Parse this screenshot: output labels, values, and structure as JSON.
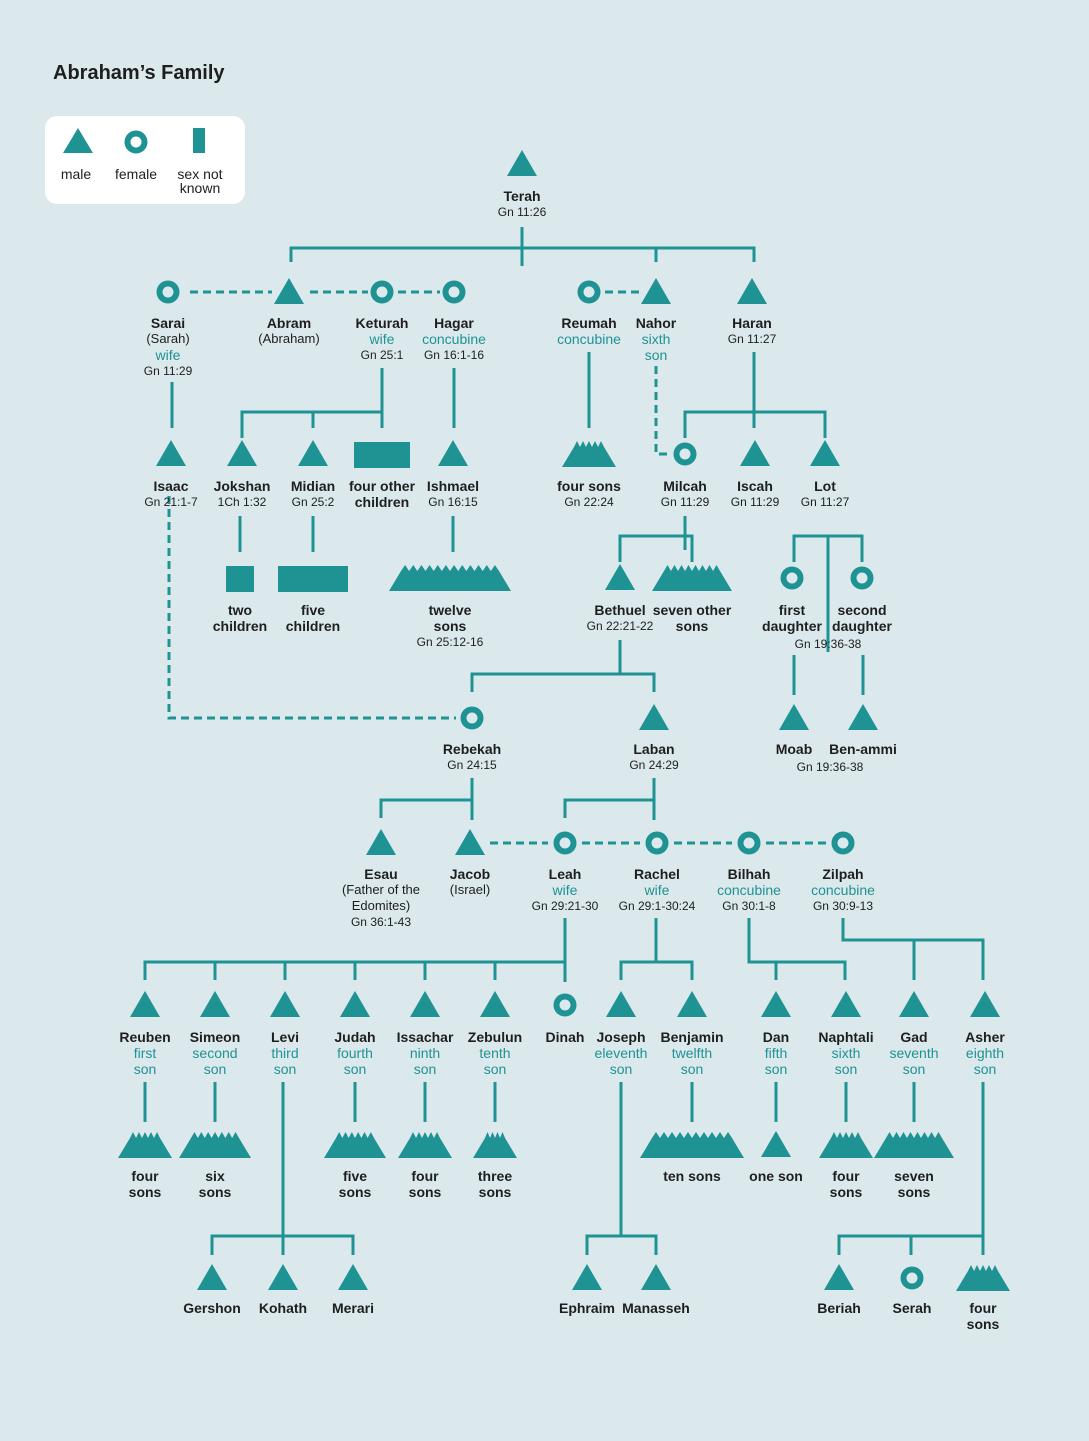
{
  "title": "Abraham’s Family",
  "colors": {
    "accent": "#1f9294",
    "background": "#dbe9ec",
    "text": "#1e1e1e"
  },
  "legend": [
    {
      "symbol": "male",
      "text": "male"
    },
    {
      "symbol": "female",
      "text": "female"
    },
    {
      "symbol": "unknown",
      "text": "sex not known"
    }
  ],
  "people": [
    {
      "id": "terah",
      "sex": "male",
      "name": "Terah",
      "ref": "Gn 11:26"
    },
    {
      "id": "sarai",
      "sex": "female",
      "name": "Sarai",
      "alt": "(Sarah)",
      "role": "wife",
      "ref": "Gn 11:29"
    },
    {
      "id": "abram",
      "sex": "male",
      "name": "Abram",
      "alt": "(Abraham)"
    },
    {
      "id": "keturah",
      "sex": "female",
      "name": "Keturah",
      "role": "wife",
      "ref": "Gn 25:1"
    },
    {
      "id": "hagar",
      "sex": "female",
      "name": "Hagar",
      "role": "concubine",
      "ref": "Gn 16:1-16"
    },
    {
      "id": "reumah",
      "sex": "female",
      "name": "Reumah",
      "role": "concubine"
    },
    {
      "id": "nahor",
      "sex": "male",
      "name": "Nahor",
      "role": "sixth son"
    },
    {
      "id": "haran",
      "sex": "male",
      "name": "Haran",
      "ref": "Gn 11:27"
    },
    {
      "id": "isaac",
      "sex": "male",
      "name": "Isaac",
      "ref": "Gn 21:1-7"
    },
    {
      "id": "jokshan",
      "sex": "male",
      "name": "Jokshan",
      "ref": "1Ch 1:32"
    },
    {
      "id": "midian",
      "sex": "male",
      "name": "Midian",
      "ref": "Gn 25:2"
    },
    {
      "id": "four-other-children",
      "sex": "unknown-group",
      "name": "four other children"
    },
    {
      "id": "ishmael",
      "sex": "male",
      "name": "Ishmael",
      "ref": "Gn 16:15"
    },
    {
      "id": "four-sons-reumah",
      "sex": "male-group",
      "name": "four sons",
      "ref": "Gn 22:24"
    },
    {
      "id": "milcah",
      "sex": "female",
      "name": "Milcah",
      "ref": "Gn 11:29"
    },
    {
      "id": "iscah",
      "sex": "male",
      "name": "Iscah",
      "ref": "Gn 11:29"
    },
    {
      "id": "lot",
      "sex": "male",
      "name": "Lot",
      "ref": "Gn 11:27"
    },
    {
      "id": "two-children",
      "sex": "unknown",
      "name": "two children"
    },
    {
      "id": "five-children",
      "sex": "unknown-group",
      "name": "five children"
    },
    {
      "id": "twelve-sons",
      "sex": "male-group",
      "name": "twelve sons",
      "ref": "Gn 25:12-16"
    },
    {
      "id": "bethuel",
      "sex": "male",
      "name": "Bethuel",
      "ref": "Gn 22:21-22"
    },
    {
      "id": "seven-other-sons",
      "sex": "male-group",
      "name": "seven other sons"
    },
    {
      "id": "first-daughter",
      "sex": "female",
      "name": "first daughter"
    },
    {
      "id": "second-daughter",
      "sex": "female",
      "name": "second daughter"
    },
    {
      "id": "lot-daughters-ref",
      "ref": "Gn 19:36-38"
    },
    {
      "id": "rebekah",
      "sex": "female",
      "name": "Rebekah",
      "ref": "Gn 24:15"
    },
    {
      "id": "laban",
      "sex": "male",
      "name": "Laban",
      "ref": "Gn 24:29"
    },
    {
      "id": "moab",
      "sex": "male",
      "name": "Moab"
    },
    {
      "id": "ben-ammi",
      "sex": "male",
      "name": "Ben-ammi"
    },
    {
      "id": "moab-ref",
      "ref": "Gn 19:36-38"
    },
    {
      "id": "esau",
      "sex": "male",
      "name": "Esau",
      "alt": "(Father of the Edomites)",
      "ref": "Gn 36:1-43"
    },
    {
      "id": "jacob",
      "sex": "male",
      "name": "Jacob",
      "alt": "(Israel)"
    },
    {
      "id": "leah",
      "sex": "female",
      "name": "Leah",
      "role": "wife",
      "ref": "Gn 29:21-30"
    },
    {
      "id": "rachel",
      "sex": "female",
      "name": "Rachel",
      "role": "wife",
      "ref": "Gn 29:1-30:24"
    },
    {
      "id": "bilhah",
      "sex": "female",
      "name": "Bilhah",
      "role": "concubine",
      "ref": "Gn 30:1-8"
    },
    {
      "id": "zilpah",
      "sex": "female",
      "name": "Zilpah",
      "role": "concubine",
      "ref": "Gn 30:9-13"
    },
    {
      "id": "reuben",
      "sex": "male",
      "name": "Reuben",
      "role": "first son"
    },
    {
      "id": "simeon",
      "sex": "male",
      "name": "Simeon",
      "role": "second son"
    },
    {
      "id": "levi",
      "sex": "male",
      "name": "Levi",
      "role": "third son"
    },
    {
      "id": "judah",
      "sex": "male",
      "name": "Judah",
      "role": "fourth son"
    },
    {
      "id": "issachar",
      "sex": "male",
      "name": "Issachar",
      "role": "ninth son"
    },
    {
      "id": "zebulun",
      "sex": "male",
      "name": "Zebulun",
      "role": "tenth son"
    },
    {
      "id": "dinah",
      "sex": "female",
      "name": "Dinah"
    },
    {
      "id": "joseph",
      "sex": "male",
      "name": "Joseph",
      "role": "eleventh son"
    },
    {
      "id": "benjamin",
      "sex": "male",
      "name": "Benjamin",
      "role": "twelfth son"
    },
    {
      "id": "dan",
      "sex": "male",
      "name": "Dan",
      "role": "fifth son"
    },
    {
      "id": "naphtali",
      "sex": "male",
      "name": "Naphtali",
      "role": "sixth son"
    },
    {
      "id": "gad",
      "sex": "male",
      "name": "Gad",
      "role": "seventh son"
    },
    {
      "id": "asher",
      "sex": "male",
      "name": "Asher",
      "role": "eighth son"
    },
    {
      "id": "reuben-sons",
      "sex": "male-group",
      "name": "four sons"
    },
    {
      "id": "simeon-sons",
      "sex": "male-group",
      "name": "six sons"
    },
    {
      "id": "judah-sons",
      "sex": "male-group",
      "name": "five sons"
    },
    {
      "id": "issachar-sons",
      "sex": "male-group",
      "name": "four sons"
    },
    {
      "id": "zebulun-sons",
      "sex": "male-group",
      "name": "three sons"
    },
    {
      "id": "benjamin-sons",
      "sex": "male-group",
      "name": "ten sons"
    },
    {
      "id": "dan-son",
      "sex": "male",
      "name": "one son"
    },
    {
      "id": "naphtali-sons",
      "sex": "male-group",
      "name": "four sons"
    },
    {
      "id": "gad-sons",
      "sex": "male-group",
      "name": "seven sons"
    },
    {
      "id": "gershon",
      "sex": "male",
      "name": "Gershon"
    },
    {
      "id": "kohath",
      "sex": "male",
      "name": "Kohath"
    },
    {
      "id": "merari",
      "sex": "male",
      "name": "Merari"
    },
    {
      "id": "ephraim",
      "sex": "male",
      "name": "Ephraim"
    },
    {
      "id": "manasseh",
      "sex": "male",
      "name": "Manasseh"
    },
    {
      "id": "beriah",
      "sex": "male",
      "name": "Beriah"
    },
    {
      "id": "serah",
      "sex": "female",
      "name": "Serah"
    },
    {
      "id": "asher-sons",
      "sex": "male-group",
      "name": "four sons"
    }
  ],
  "relations": {
    "marriages": [
      [
        "sarai",
        "abram"
      ],
      [
        "abram",
        "keturah"
      ],
      [
        "keturah",
        "hagar"
      ],
      [
        "reumah",
        "nahor"
      ],
      [
        "isaac",
        "rebekah"
      ],
      [
        "nahor",
        "milcah"
      ],
      [
        "jacob",
        "leah"
      ],
      [
        "leah",
        "rachel"
      ],
      [
        "rachel",
        "bilhah"
      ],
      [
        "bilhah",
        "zilpah"
      ]
    ],
    "descent": [
      {
        "parents": [
          "terah"
        ],
        "children": [
          "abram",
          "nahor",
          "haran"
        ]
      },
      {
        "parents": [
          "sarai"
        ],
        "children": [
          "isaac"
        ]
      },
      {
        "parents": [
          "keturah"
        ],
        "children": [
          "jokshan",
          "midian",
          "four-other-children"
        ]
      },
      {
        "parents": [
          "hagar"
        ],
        "children": [
          "ishmael"
        ]
      },
      {
        "parents": [
          "reumah"
        ],
        "children": [
          "four-sons-reumah"
        ]
      },
      {
        "parents": [
          "haran"
        ],
        "children": [
          "milcah",
          "iscah",
          "lot"
        ]
      },
      {
        "parents": [
          "jokshan"
        ],
        "children": [
          "two-children"
        ]
      },
      {
        "parents": [
          "midian"
        ],
        "children": [
          "five-children"
        ]
      },
      {
        "parents": [
          "ishmael"
        ],
        "children": [
          "twelve-sons"
        ]
      },
      {
        "parents": [
          "milcah"
        ],
        "children": [
          "bethuel",
          "seven-other-sons"
        ]
      },
      {
        "parents": [
          "lot"
        ],
        "children": [
          "first-daughter",
          "second-daughter"
        ]
      },
      {
        "parents": [
          "bethuel"
        ],
        "children": [
          "rebekah",
          "laban"
        ]
      },
      {
        "parents": [
          "first-daughter"
        ],
        "children": [
          "moab"
        ]
      },
      {
        "parents": [
          "second-daughter"
        ],
        "children": [
          "ben-ammi"
        ]
      },
      {
        "parents": [
          "rebekah"
        ],
        "children": [
          "esau",
          "jacob"
        ]
      },
      {
        "parents": [
          "laban"
        ],
        "children": [
          "leah",
          "rachel"
        ]
      },
      {
        "parents": [
          "leah"
        ],
        "children": [
          "reuben",
          "simeon",
          "levi",
          "judah",
          "issachar",
          "zebulun",
          "dinah"
        ]
      },
      {
        "parents": [
          "rachel"
        ],
        "children": [
          "joseph",
          "benjamin"
        ]
      },
      {
        "parents": [
          "bilhah"
        ],
        "children": [
          "dan",
          "naphtali"
        ]
      },
      {
        "parents": [
          "zilpah"
        ],
        "children": [
          "gad",
          "asher"
        ]
      },
      {
        "parents": [
          "levi"
        ],
        "children": [
          "gershon",
          "kohath",
          "merari"
        ]
      },
      {
        "parents": [
          "joseph"
        ],
        "children": [
          "ephraim",
          "manasseh"
        ]
      },
      {
        "parents": [
          "asher"
        ],
        "children": [
          "beriah",
          "serah",
          "asher-sons"
        ]
      }
    ]
  }
}
